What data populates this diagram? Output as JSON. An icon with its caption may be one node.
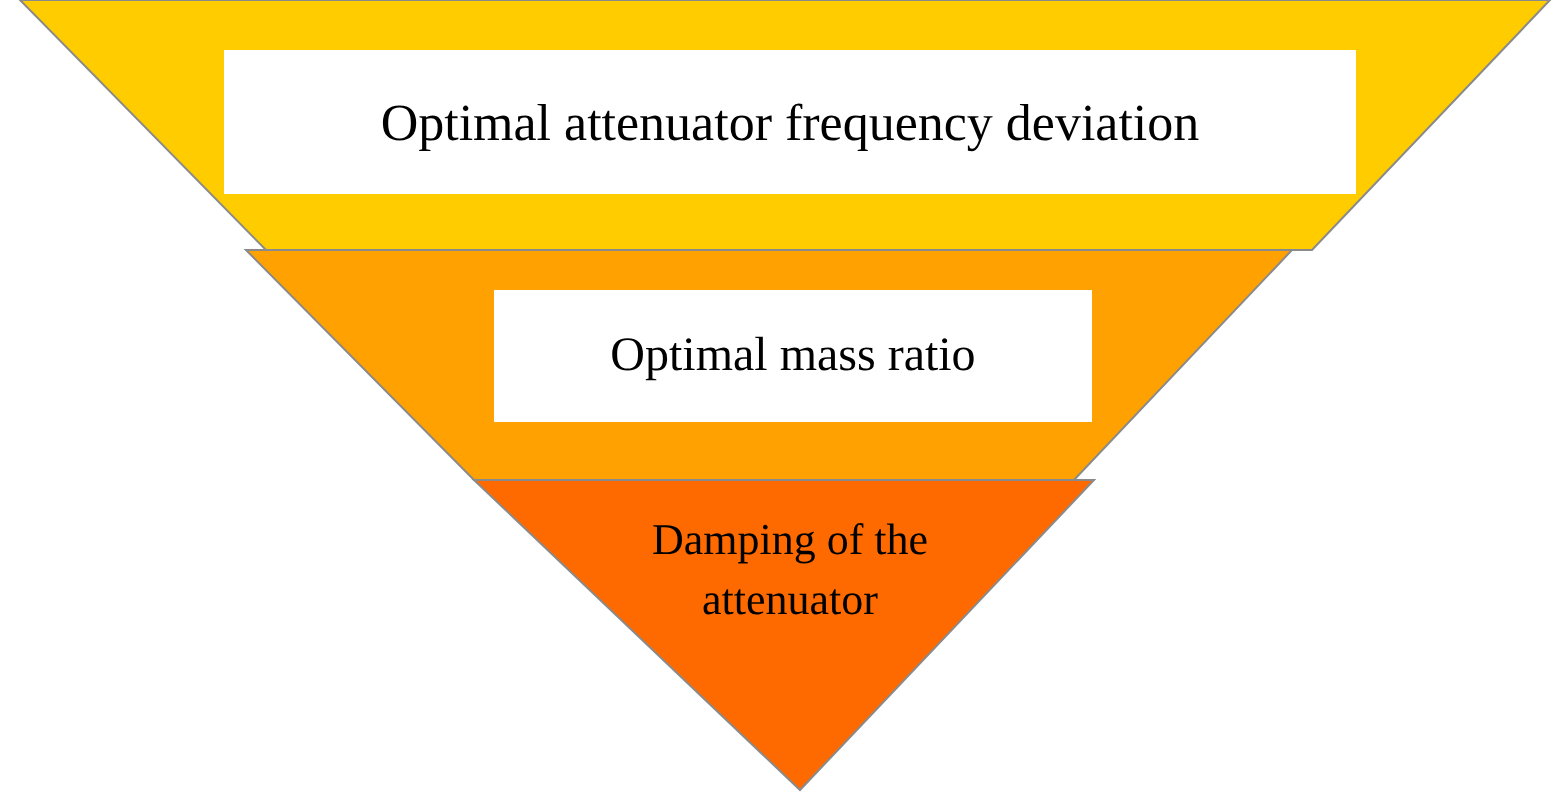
{
  "diagram": {
    "nodes": [
      {
        "text": [],
        "shape": "trapezoid"
      },
      {
        "text": [
          "Optimal attenuator frequency deviation"
        ],
        "in": 0
      },
      {
        "text": [],
        "shape": "trapezoid"
      },
      {
        "text": [
          "Optimal mass ratio"
        ],
        "in": 2
      },
      {
        "text": [
          "Damping of the attenuator"
        ]
      }
    ]
  }
}
